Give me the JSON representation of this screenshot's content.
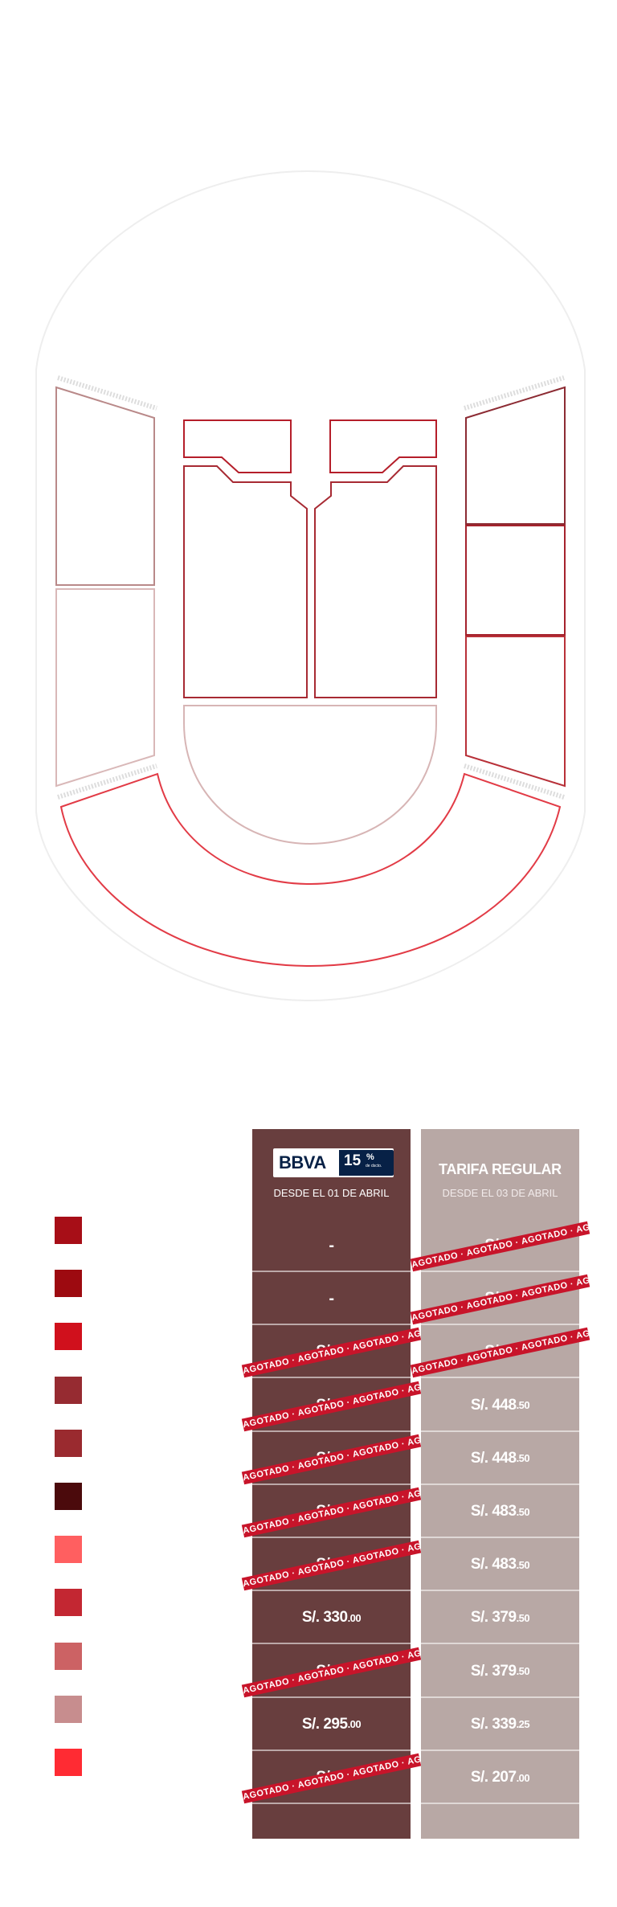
{
  "bbva": {
    "brand": "BBVA",
    "discount": "15",
    "percent": "%",
    "discount_sub": "de dscto.",
    "since": "DESDE EL 01 DE ABRIL"
  },
  "regular": {
    "title": "TARIFA REGULAR",
    "since": "DESDE EL 03 DE ABRIL"
  },
  "sold_out_text": "AGOTADO · AGOTADO · AGOTADO · AGOTADO",
  "rows": [
    {
      "color": "#a70e17",
      "bbva": {
        "text": "-",
        "sold": false
      },
      "regular": {
        "main": "S/. ",
        "dec": ".50",
        "sold": true
      }
    },
    {
      "color": "#9d0a10",
      "bbva": {
        "text": "-",
        "sold": false
      },
      "regular": {
        "main": "S/. ",
        "dec": ".50",
        "sold": true
      }
    },
    {
      "color": "#d0101c",
      "bbva": {
        "main": "S/. ",
        "dec": ".00",
        "sold": true
      },
      "regular": {
        "main": "S/. ",
        "dec": ".00",
        "sold": true
      }
    },
    {
      "color": "#962b31",
      "bbva": {
        "main": "S/. ",
        "dec": ".00",
        "sold": true
      },
      "regular": {
        "main": "S/. 448",
        "dec": ".50",
        "sold": false
      }
    },
    {
      "color": "#9a2a2f",
      "bbva": {
        "main": "S/. ",
        "dec": ".00",
        "sold": true
      },
      "regular": {
        "main": "S/. 448",
        "dec": ".50",
        "sold": false
      }
    },
    {
      "color": "#4b0a0c",
      "bbva": {
        "main": "S/. ",
        "dec": ".00",
        "sold": true
      },
      "regular": {
        "main": "S/. 483",
        "dec": ".50",
        "sold": false
      }
    },
    {
      "color": "#ff5f60",
      "bbva": {
        "main": "S/. ",
        "dec": ".00",
        "sold": true
      },
      "regular": {
        "main": "S/. 483",
        "dec": ".50",
        "sold": false
      }
    },
    {
      "color": "#c32732",
      "bbva": {
        "main": "S/. 330",
        "dec": ".00",
        "sold": false
      },
      "regular": {
        "main": "S/. 379",
        "dec": ".50",
        "sold": false
      }
    },
    {
      "color": "#cc6264",
      "bbva": {
        "main": "S/. ",
        "dec": ".00",
        "sold": true
      },
      "regular": {
        "main": "S/. 379",
        "dec": ".50",
        "sold": false
      }
    },
    {
      "color": "#c78d8e",
      "bbva": {
        "main": "S/. 295",
        "dec": ".00",
        "sold": false
      },
      "regular": {
        "main": "S/. 339",
        "dec": ".25",
        "sold": false
      }
    },
    {
      "color": "#ff2b33",
      "bbva": {
        "main": "S/. ",
        "dec": ".00",
        "sold": true
      },
      "regular": {
        "main": "S/. 207",
        "dec": ".00",
        "sold": false
      }
    }
  ]
}
